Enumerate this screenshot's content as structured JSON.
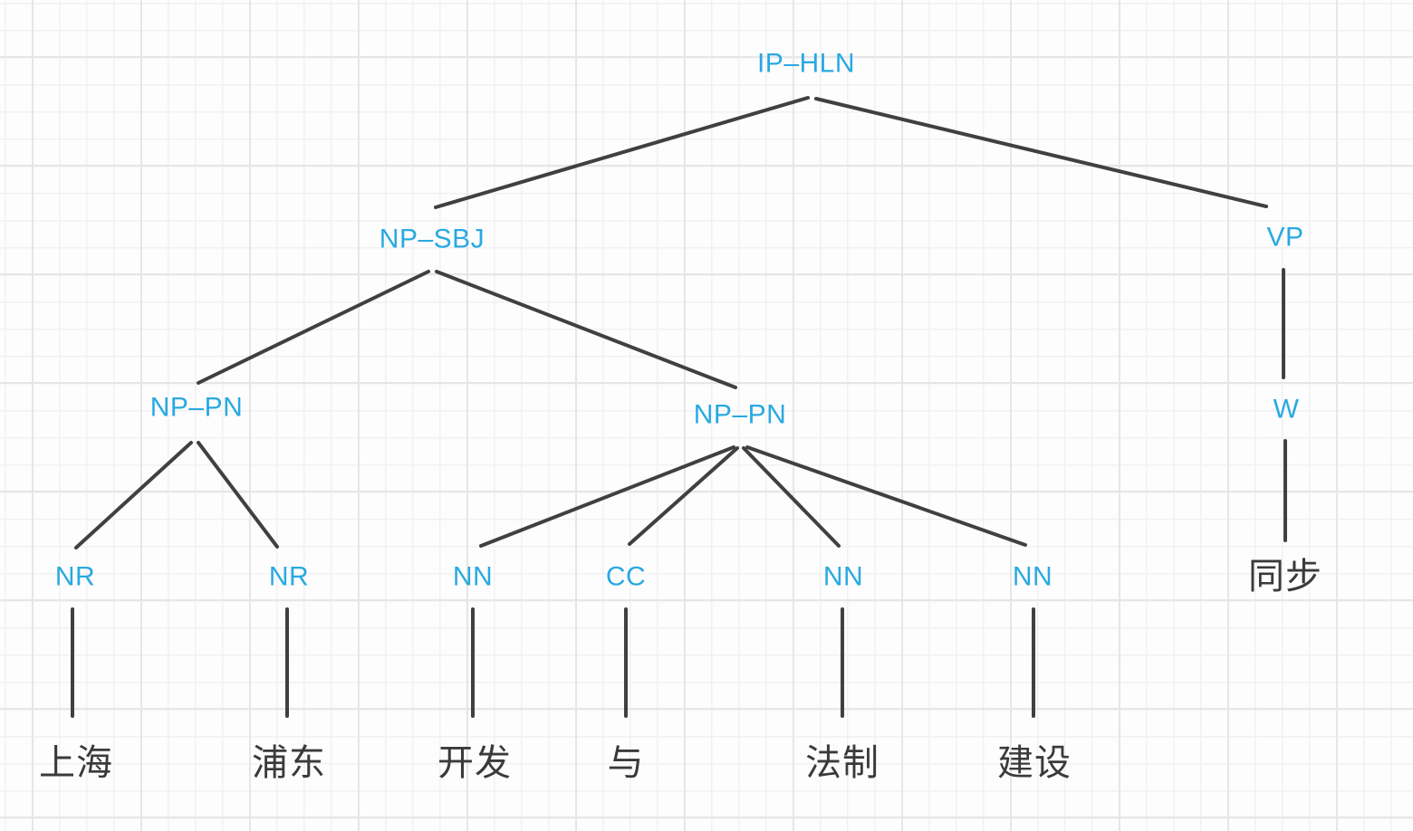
{
  "canvas": {
    "background": "#fdfdfd",
    "grid_minor_color": "#f1f1f3",
    "grid_major_color": "#e6e6e9"
  },
  "colors": {
    "phrase_label": "#29a9e2",
    "word_text": "#3a3a3c",
    "edge": "#404042"
  },
  "tree": {
    "nonterminals": {
      "ip_hln": "IP–HLN",
      "np_sbj": "NP–SBJ",
      "vp": "VP",
      "np_pn_left": "NP–PN",
      "np_pn_right": "NP–PN",
      "w": "W",
      "nr_1": "NR",
      "nr_2": "NR",
      "nn_1": "NN",
      "cc_1": "CC",
      "nn_2": "NN",
      "nn_3": "NN"
    },
    "terminals": {
      "word_1": "上海",
      "word_2": "浦东",
      "word_3": "开发",
      "word_4": "与",
      "word_5": "法制",
      "word_6": "建设",
      "word_7": "同步"
    }
  }
}
